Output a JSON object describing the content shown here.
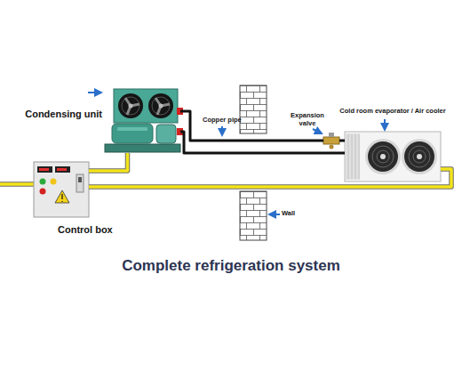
{
  "diagram": {
    "title": "Complete refrigeration system",
    "nodes": [
      {
        "text": [
          "Condensing unit"
        ]
      },
      {
        "text": [
          "Control box"
        ]
      },
      {
        "text": [
          "Expansion valve"
        ]
      },
      {
        "text": [
          "Cold room evaporator / Air cooler"
        ]
      }
    ],
    "edges": [
      {
        "from": 0,
        "to": 2,
        "arrow": "none"
      },
      {
        "from": 2,
        "to": 3,
        "arrow": "none"
      },
      {
        "from": 0,
        "to": 3,
        "arrow": "none"
      },
      {
        "from": 1,
        "to": 0,
        "arrow": "none"
      },
      {
        "from": 1,
        "to": 3,
        "arrow": "none"
      }
    ],
    "labels": [
      "Copper pipe",
      "Wall"
    ]
  }
}
